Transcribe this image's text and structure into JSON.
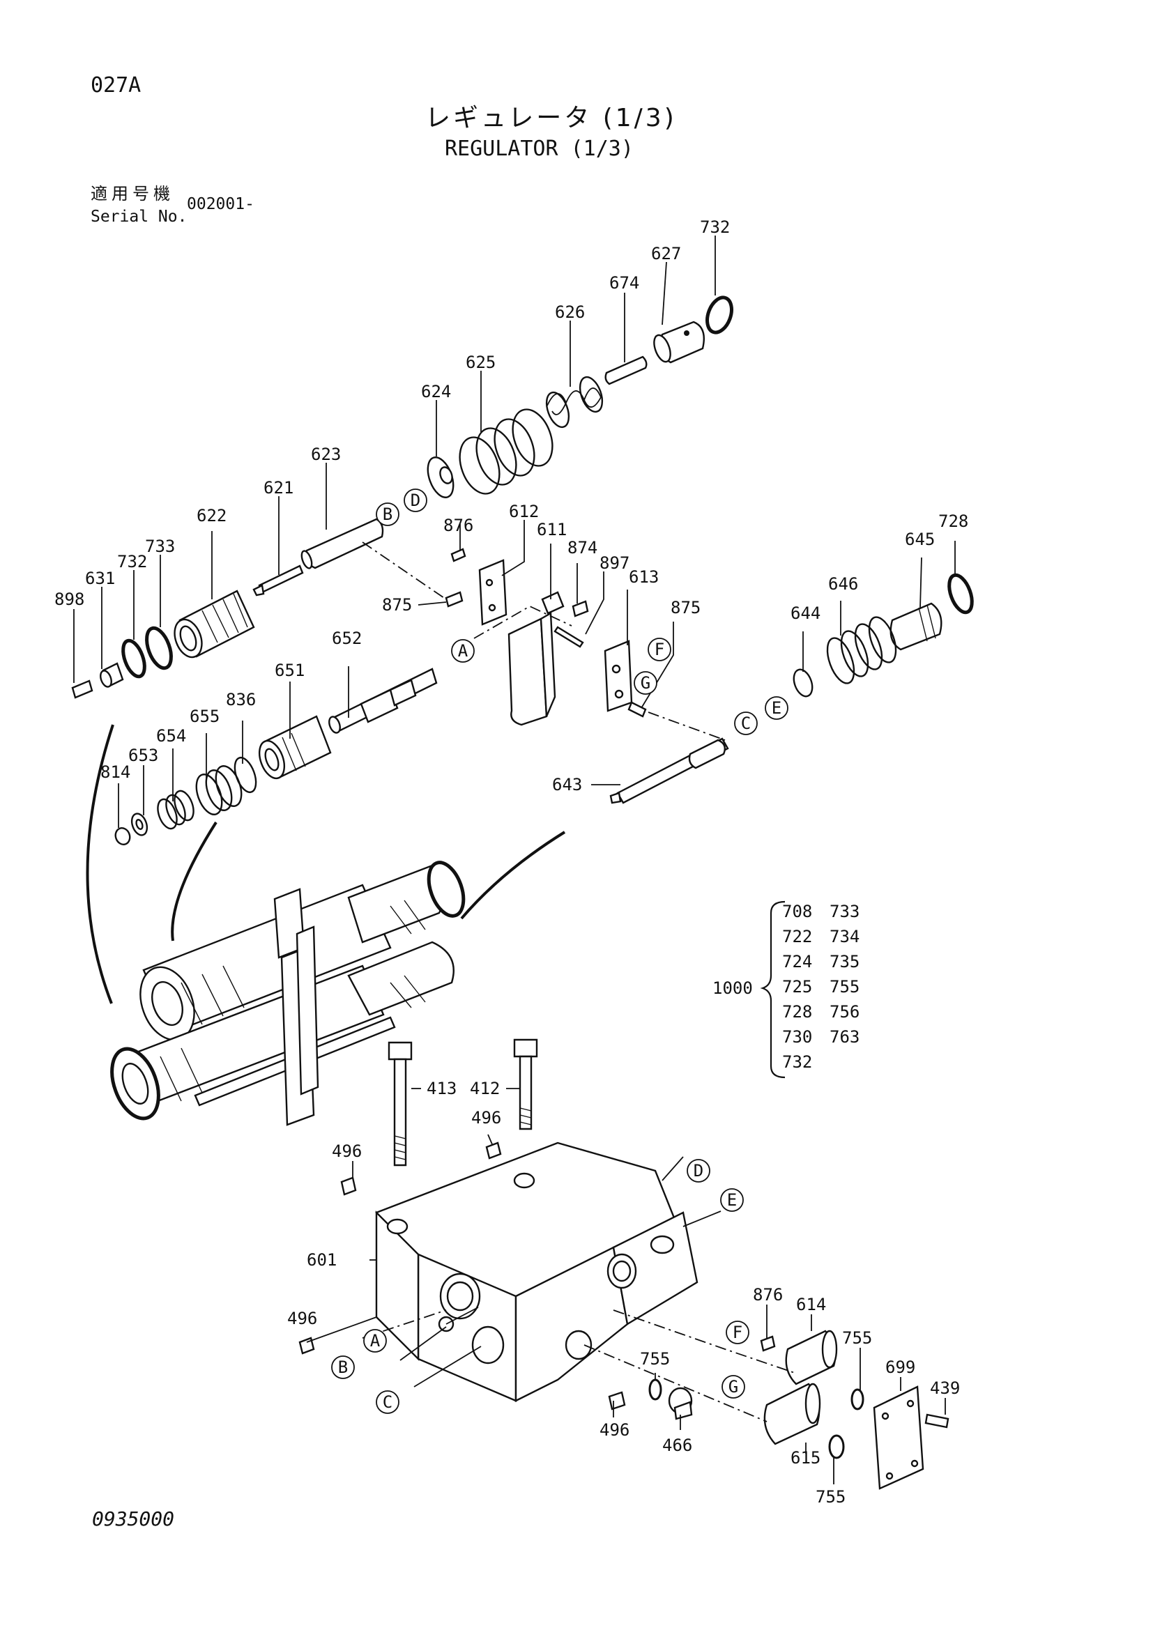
{
  "page": {
    "code": "027A",
    "title_jp": "レギュレータ (1/3)",
    "title_en": "REGULATOR (1/3)",
    "serial_label_jp": "適用号機",
    "serial_label_en": "Serial No.",
    "serial_value": "002001-",
    "footer_code": "0935000"
  },
  "assembly": {
    "number": "1000",
    "parts": [
      "708",
      "733",
      "722",
      "734",
      "724",
      "735",
      "725",
      "755",
      "728",
      "756",
      "730",
      "763",
      "732"
    ]
  },
  "part_labels": {
    "p732a": "732",
    "p627": "627",
    "p674": "674",
    "p626": "626",
    "p625": "625",
    "p624": "624",
    "p623": "623",
    "p621": "621",
    "p622": "622",
    "p733": "733",
    "p732b": "732",
    "p631": "631",
    "p898": "898",
    "p876a": "876",
    "p875a": "875",
    "p612": "612",
    "p611": "611",
    "p874": "874",
    "p897": "897",
    "p613": "613",
    "p875b": "875",
    "p728": "728",
    "p645": "645",
    "p646": "646",
    "p644": "644",
    "p643": "643",
    "p652": "652",
    "p651": "651",
    "p836": "836",
    "p655": "655",
    "p654": "654",
    "p653": "653",
    "p814": "814",
    "p413": "413",
    "p412": "412",
    "p496a": "496",
    "p496b": "496",
    "p601": "601",
    "p496c": "496",
    "p496d": "496",
    "p466": "466",
    "p755a": "755",
    "p876b": "876",
    "p614": "614",
    "p755b": "755",
    "p699": "699",
    "p439": "439",
    "p615": "615",
    "p755c": "755"
  },
  "markers": {
    "A": "A",
    "B": "B",
    "C": "C",
    "D": "D",
    "E": "E",
    "F": "F",
    "G": "G"
  }
}
